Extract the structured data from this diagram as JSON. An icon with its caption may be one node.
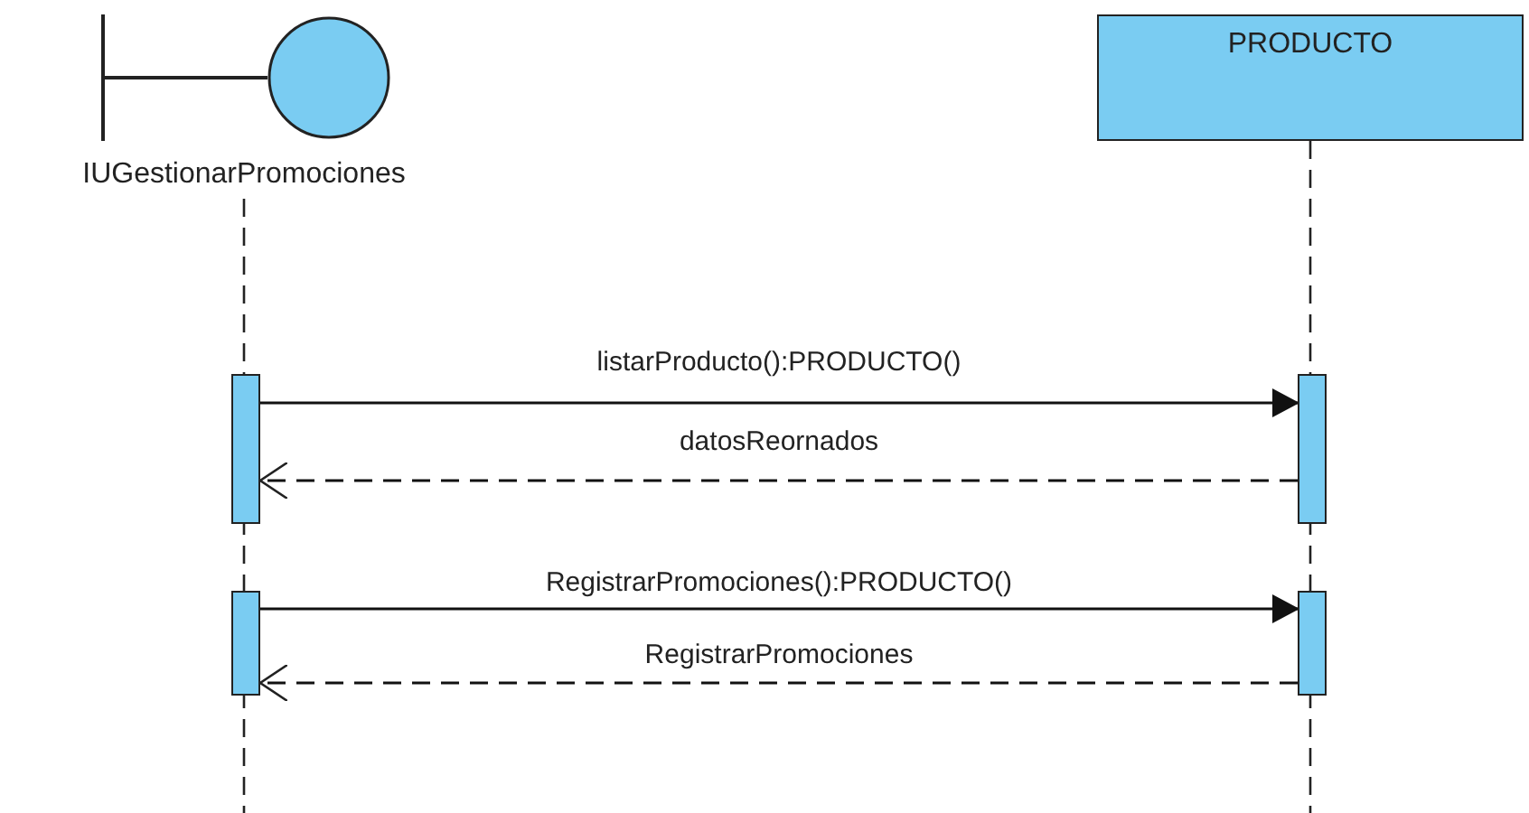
{
  "diagram": {
    "nodes": [
      {
        "text": [
          "IUGestionarPromociones"
        ]
      },
      {
        "text": [
          "PRODUCTO"
        ]
      },
      {
        "text": [],
        "shape": "bar"
      },
      {
        "text": [],
        "shape": "bar"
      },
      {
        "text": [],
        "shape": "bar"
      },
      {
        "text": [],
        "shape": "bar"
      }
    ],
    "edges": [
      {
        "from": 2,
        "to": 3,
        "arrow": "to",
        "label": "listarProducto():PRODUCTO()"
      },
      {
        "from": 3,
        "to": 2,
        "arrow": "to",
        "label": "datosReornados",
        "style": "dashed"
      },
      {
        "from": 4,
        "to": 5,
        "arrow": "to",
        "label": "RegistrarPromociones():PRODUCTO()"
      },
      {
        "from": 5,
        "to": 4,
        "arrow": "to",
        "label": "RegistrarPromociones",
        "style": "dashed"
      }
    ]
  }
}
